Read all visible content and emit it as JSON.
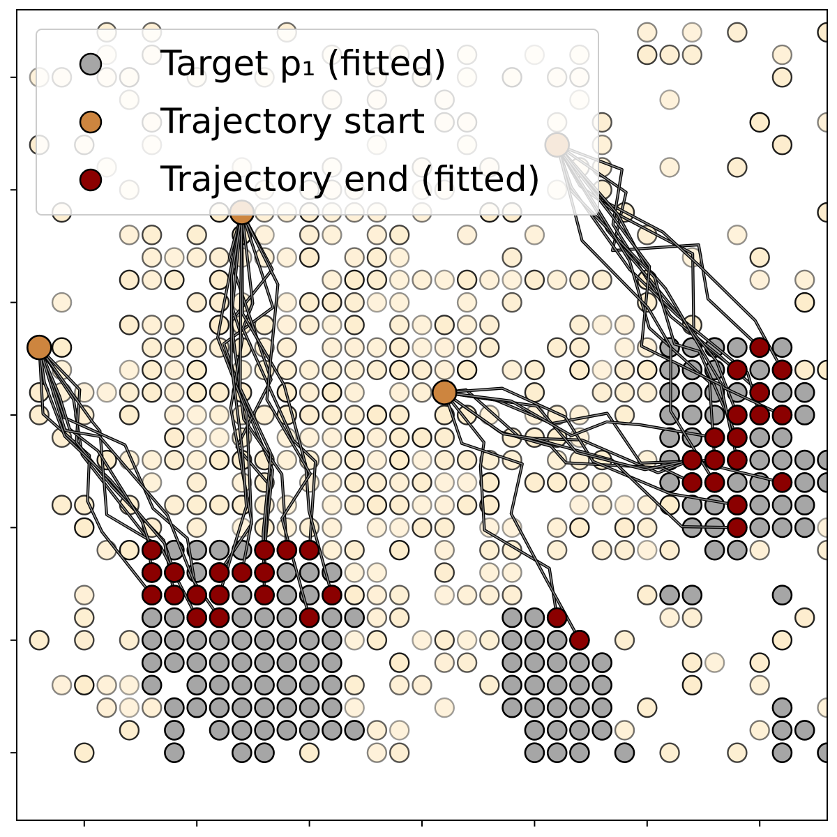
{
  "chart_data": {
    "type": "scatter",
    "title": "",
    "xlabel": "",
    "ylabel": "",
    "grid": false,
    "legend": {
      "placement": "top-left",
      "entries": [
        {
          "label": "Target p₁ (fitted)",
          "marker": "circle",
          "color": "#a6a6a6"
        },
        {
          "label": "Trajectory start",
          "marker": "circle",
          "color": "#cd853f"
        },
        {
          "label": "Trajectory end (fitted)",
          "marker": "circle",
          "color": "#8b0000"
        }
      ]
    },
    "xlim": [
      -3,
      33
    ],
    "ylim": [
      -3,
      33
    ],
    "xticks": [
      0,
      5,
      10,
      15,
      20,
      25,
      30
    ],
    "yticks": [
      0,
      5,
      10,
      15,
      20,
      25,
      30
    ],
    "tick_labels_visible": false,
    "colors": {
      "target": "#a6a6a6",
      "start": "#cd853f",
      "end": "#8b0000",
      "background_points": "#fdebc8",
      "trajectory": "#3a3a3a"
    },
    "series": [
      {
        "name": "Target p₁ (fitted)",
        "points": [
          [
            3,
            9
          ],
          [
            4,
            9
          ],
          [
            5,
            9
          ],
          [
            6,
            9
          ],
          [
            7,
            9
          ],
          [
            8,
            9
          ],
          [
            9,
            9
          ],
          [
            10,
            9
          ],
          [
            3,
            8
          ],
          [
            4,
            8
          ],
          [
            5,
            8
          ],
          [
            6,
            8
          ],
          [
            7,
            8
          ],
          [
            8,
            8
          ],
          [
            9,
            8
          ],
          [
            10,
            8
          ],
          [
            11,
            8
          ],
          [
            3,
            7
          ],
          [
            4,
            7
          ],
          [
            5,
            7
          ],
          [
            6,
            7
          ],
          [
            7,
            7
          ],
          [
            8,
            7
          ],
          [
            9,
            7
          ],
          [
            10,
            7
          ],
          [
            11,
            7
          ],
          [
            3,
            6
          ],
          [
            4,
            6
          ],
          [
            5,
            6
          ],
          [
            6,
            6
          ],
          [
            7,
            6
          ],
          [
            8,
            6
          ],
          [
            9,
            6
          ],
          [
            10,
            6
          ],
          [
            11,
            6
          ],
          [
            12,
            6
          ],
          [
            3,
            5
          ],
          [
            4,
            5
          ],
          [
            5,
            5
          ],
          [
            6,
            5
          ],
          [
            7,
            5
          ],
          [
            8,
            5
          ],
          [
            9,
            5
          ],
          [
            10,
            5
          ],
          [
            11,
            5
          ],
          [
            3,
            4
          ],
          [
            4,
            4
          ],
          [
            5,
            4
          ],
          [
            6,
            4
          ],
          [
            7,
            4
          ],
          [
            8,
            4
          ],
          [
            9,
            4
          ],
          [
            10,
            4
          ],
          [
            11,
            4
          ],
          [
            3,
            3
          ],
          [
            5,
            3
          ],
          [
            6,
            3
          ],
          [
            7,
            3
          ],
          [
            8,
            3
          ],
          [
            9,
            3
          ],
          [
            10,
            3
          ],
          [
            11,
            3
          ],
          [
            4,
            2
          ],
          [
            5,
            2
          ],
          [
            6,
            2
          ],
          [
            7,
            2
          ],
          [
            8,
            2
          ],
          [
            9,
            2
          ],
          [
            10,
            2
          ],
          [
            11,
            2
          ],
          [
            4,
            1
          ],
          [
            6,
            1
          ],
          [
            7,
            1
          ],
          [
            8,
            1
          ],
          [
            9,
            1
          ],
          [
            10,
            1
          ],
          [
            11,
            1
          ],
          [
            12,
            1
          ],
          [
            4,
            0
          ],
          [
            7,
            0
          ],
          [
            8,
            0
          ],
          [
            19,
            6
          ],
          [
            20,
            6
          ],
          [
            21,
            6
          ],
          [
            19,
            5
          ],
          [
            20,
            5
          ],
          [
            21,
            5
          ],
          [
            22,
            5
          ],
          [
            19,
            4
          ],
          [
            20,
            4
          ],
          [
            21,
            4
          ],
          [
            22,
            4
          ],
          [
            23,
            4
          ],
          [
            19,
            3
          ],
          [
            20,
            3
          ],
          [
            21,
            3
          ],
          [
            22,
            3
          ],
          [
            23,
            3
          ],
          [
            19,
            2
          ],
          [
            20,
            2
          ],
          [
            21,
            2
          ],
          [
            22,
            2
          ],
          [
            23,
            2
          ],
          [
            20,
            1
          ],
          [
            21,
            1
          ],
          [
            22,
            1
          ],
          [
            23,
            1
          ],
          [
            20,
            0
          ],
          [
            21,
            0
          ],
          [
            22,
            0
          ],
          [
            24,
            0
          ],
          [
            26,
            18
          ],
          [
            27,
            18
          ],
          [
            28,
            18
          ],
          [
            29,
            18
          ],
          [
            30,
            18
          ],
          [
            31,
            18
          ],
          [
            26,
            17
          ],
          [
            27,
            17
          ],
          [
            28,
            17
          ],
          [
            29,
            17
          ],
          [
            30,
            17
          ],
          [
            31,
            17
          ],
          [
            26,
            16
          ],
          [
            27,
            16
          ],
          [
            28,
            16
          ],
          [
            29,
            16
          ],
          [
            30,
            16
          ],
          [
            31,
            16
          ],
          [
            32,
            16
          ],
          [
            26,
            15
          ],
          [
            27,
            15
          ],
          [
            28,
            15
          ],
          [
            29,
            15
          ],
          [
            30,
            15
          ],
          [
            31,
            15
          ],
          [
            32,
            15
          ],
          [
            26,
            14
          ],
          [
            27,
            14
          ],
          [
            28,
            14
          ],
          [
            29,
            14
          ],
          [
            30,
            14
          ],
          [
            31,
            14
          ],
          [
            26,
            13
          ],
          [
            27,
            13
          ],
          [
            28,
            13
          ],
          [
            29,
            13
          ],
          [
            30,
            13
          ],
          [
            31,
            13
          ],
          [
            32,
            13
          ],
          [
            33,
            13
          ],
          [
            26,
            12
          ],
          [
            27,
            12
          ],
          [
            28,
            12
          ],
          [
            29,
            12
          ],
          [
            30,
            12
          ],
          [
            31,
            12
          ],
          [
            32,
            12
          ],
          [
            33,
            12
          ],
          [
            27,
            11
          ],
          [
            28,
            11
          ],
          [
            29,
            11
          ],
          [
            30,
            11
          ],
          [
            31,
            11
          ],
          [
            32,
            11
          ],
          [
            27,
            10
          ],
          [
            28,
            10
          ],
          [
            29,
            10
          ],
          [
            30,
            10
          ],
          [
            31,
            10
          ],
          [
            32,
            10
          ],
          [
            28,
            9
          ],
          [
            29,
            9
          ],
          [
            31,
            7
          ],
          [
            26,
            7
          ],
          [
            27,
            7
          ],
          [
            31,
            2
          ],
          [
            32,
            1
          ],
          [
            31,
            1
          ],
          [
            33,
            0
          ],
          [
            31,
            0
          ]
        ]
      },
      {
        "name": "Trajectory start",
        "points": [
          [
            -2,
            18
          ],
          [
            7,
            24
          ],
          [
            16,
            16
          ],
          [
            21,
            27
          ]
        ]
      },
      {
        "name": "Trajectory end (fitted)",
        "points": [
          [
            3,
            9
          ],
          [
            3,
            8
          ],
          [
            4,
            8
          ],
          [
            6,
            8
          ],
          [
            7,
            8
          ],
          [
            8,
            8
          ],
          [
            8,
            9
          ],
          [
            9,
            9
          ],
          [
            10,
            9
          ],
          [
            3,
            7
          ],
          [
            4,
            7
          ],
          [
            5,
            7
          ],
          [
            6,
            7
          ],
          [
            8,
            7
          ],
          [
            11,
            7
          ],
          [
            5,
            6
          ],
          [
            6,
            6
          ],
          [
            10,
            6
          ],
          [
            21,
            6
          ],
          [
            22,
            5
          ],
          [
            30,
            18
          ],
          [
            29,
            17
          ],
          [
            31,
            17
          ],
          [
            30,
            16
          ],
          [
            29,
            15
          ],
          [
            30,
            15
          ],
          [
            31,
            15
          ],
          [
            28,
            14
          ],
          [
            29,
            14
          ],
          [
            27,
            13
          ],
          [
            28,
            13
          ],
          [
            29,
            13
          ],
          [
            27,
            12
          ],
          [
            28,
            12
          ],
          [
            31,
            12
          ],
          [
            29,
            11
          ],
          [
            29,
            10
          ]
        ]
      }
    ],
    "trajectories": [
      {
        "start": [
          -2,
          18
        ],
        "ends": [
          [
            3,
            8
          ],
          [
            3,
            7
          ],
          [
            4,
            8
          ],
          [
            4,
            7
          ],
          [
            5,
            6
          ],
          [
            5,
            7
          ],
          [
            3,
            9
          ],
          [
            6,
            6
          ]
        ]
      },
      {
        "start": [
          7,
          24
        ],
        "ends": [
          [
            8,
            9
          ],
          [
            9,
            9
          ],
          [
            10,
            9
          ],
          [
            8,
            8
          ],
          [
            6,
            8
          ],
          [
            7,
            8
          ],
          [
            11,
            7
          ],
          [
            10,
            6
          ],
          [
            8,
            7
          ],
          [
            6,
            7
          ]
        ]
      },
      {
        "start": [
          16,
          16
        ],
        "ends": [
          [
            21,
            6
          ],
          [
            22,
            5
          ],
          [
            27,
            13
          ],
          [
            28,
            13
          ],
          [
            27,
            12
          ],
          [
            29,
            11
          ],
          [
            29,
            10
          ],
          [
            31,
            12
          ],
          [
            28,
            14
          ]
        ]
      },
      {
        "start": [
          21,
          27
        ],
        "ends": [
          [
            30,
            18
          ],
          [
            29,
            17
          ],
          [
            31,
            17
          ],
          [
            30,
            16
          ],
          [
            29,
            15
          ],
          [
            30,
            15
          ],
          [
            31,
            15
          ],
          [
            29,
            14
          ],
          [
            28,
            13
          ],
          [
            29,
            13
          ],
          [
            28,
            12
          ]
        ]
      }
    ]
  }
}
